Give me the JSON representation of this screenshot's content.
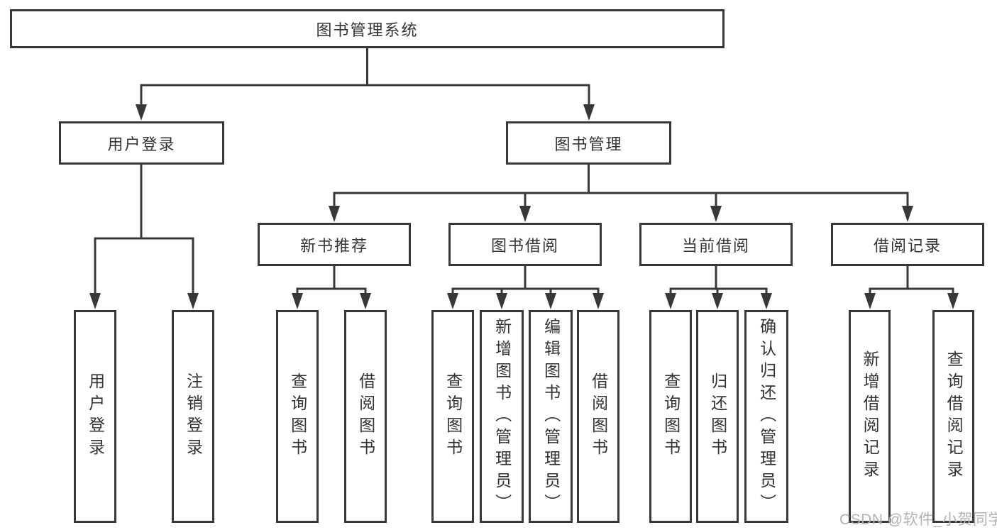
{
  "colors": {
    "line": "#383838",
    "node_border": "#383838",
    "node_background": "#ffffff",
    "text": "#333333",
    "watermark": "#b3b3b3",
    "page_background": "#ffffff"
  },
  "watermark": {
    "text": "CSDN @软件_小贺同学"
  },
  "tree": {
    "root": {
      "label": "图书管理系统",
      "children": [
        {
          "label": "用户登录",
          "children": [
            {
              "label": "用户登录"
            },
            {
              "label": "注销登录"
            }
          ]
        },
        {
          "label": "图书管理",
          "children": [
            {
              "label": "新书推荐",
              "children": [
                {
                  "label": "查询图书"
                },
                {
                  "label": "借阅图书"
                }
              ]
            },
            {
              "label": "图书借阅",
              "children": [
                {
                  "label": "查询图书"
                },
                {
                  "label": "新增图书（管理员）"
                },
                {
                  "label": "编辑图书（管理员）"
                },
                {
                  "label": "借阅图书"
                }
              ]
            },
            {
              "label": "当前借阅",
              "children": [
                {
                  "label": "查询图书"
                },
                {
                  "label": "归还图书"
                },
                {
                  "label": "确认归还（管理员）"
                }
              ]
            },
            {
              "label": "借阅记录",
              "children": [
                {
                  "label": "新增借阅记录"
                },
                {
                  "label": "查询借阅记录"
                }
              ]
            }
          ]
        }
      ]
    }
  }
}
